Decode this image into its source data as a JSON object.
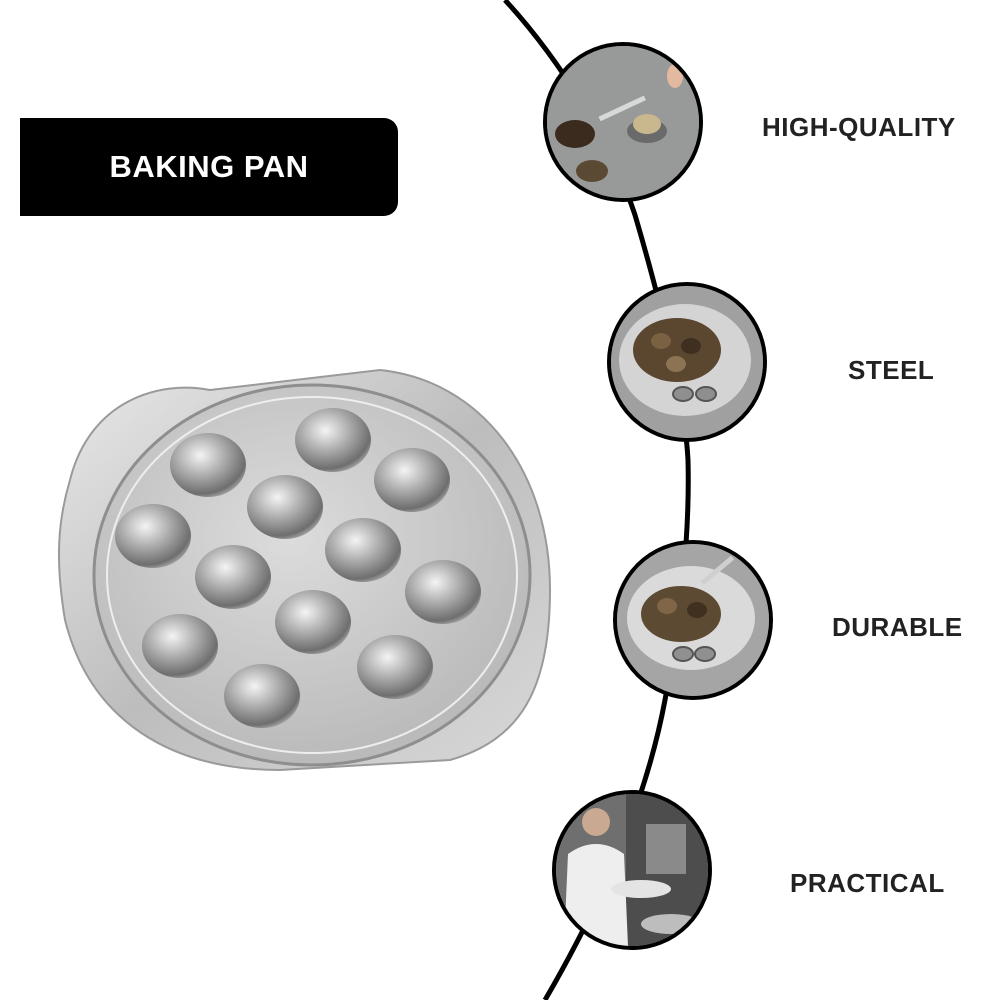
{
  "title": "BAKING PAN",
  "product": {
    "image": "snail-baking-pan",
    "holes": 12,
    "material_color": "#c9c9c9"
  },
  "features": [
    {
      "label": "HIGH-QUALITY",
      "icon": "escargot-serving-photo"
    },
    {
      "label": "STEEL",
      "icon": "escargot-plate-photo"
    },
    {
      "label": "DURABLE",
      "icon": "escargot-tongs-photo"
    },
    {
      "label": "PRACTICAL",
      "icon": "chef-photo"
    }
  ],
  "colors": {
    "badge": "#000000",
    "text": "#222222",
    "curve": "#000000"
  }
}
